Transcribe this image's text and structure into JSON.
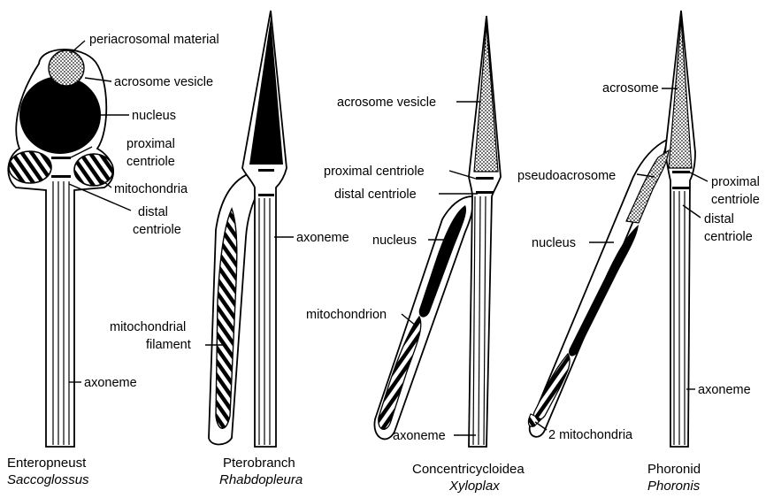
{
  "colors": {
    "ink": "#000000",
    "paper": "#ffffff",
    "stipple": "#cfcfcf"
  },
  "panels": {
    "enteropneust": {
      "name": "Enteropneust",
      "genus": "Saccoglossus",
      "labels": {
        "periacrosomal": "periacrosomal material",
        "acrosome_vesicle": "acrosome vesicle",
        "nucleus": "nucleus",
        "proximal_1": "proximal",
        "proximal_2": "centriole",
        "mitochondria": "mitochondria",
        "distal_1": "distal",
        "distal_2": "centriole",
        "axoneme": "axoneme"
      }
    },
    "pterobranch": {
      "name": "Pterobranch",
      "genus": "Rhabdopleura",
      "labels": {
        "axoneme": "axoneme",
        "mito_1": "mitochondrial",
        "mito_2": "filament"
      }
    },
    "concentricycloidea": {
      "name": "Concentricycloidea",
      "genus": "Xyloplax",
      "labels": {
        "acrosome_vesicle": "acrosome vesicle",
        "proximal": "proximal centriole",
        "distal": "distal centriole",
        "nucleus": "nucleus",
        "mitochondrion": "mitochondrion",
        "axoneme": "axoneme"
      }
    },
    "phoronid": {
      "name": "Phoronid",
      "genus": "Phoronis",
      "labels": {
        "acrosome": "acrosome",
        "pseudoacrosome": "pseudoacrosome",
        "proximal_1": "proximal",
        "proximal_2": "centriole",
        "distal_1": "distal",
        "distal_2": "centriole",
        "nucleus": "nucleus",
        "mitochondria": "2 mitochondria",
        "axoneme": "axoneme"
      }
    }
  }
}
